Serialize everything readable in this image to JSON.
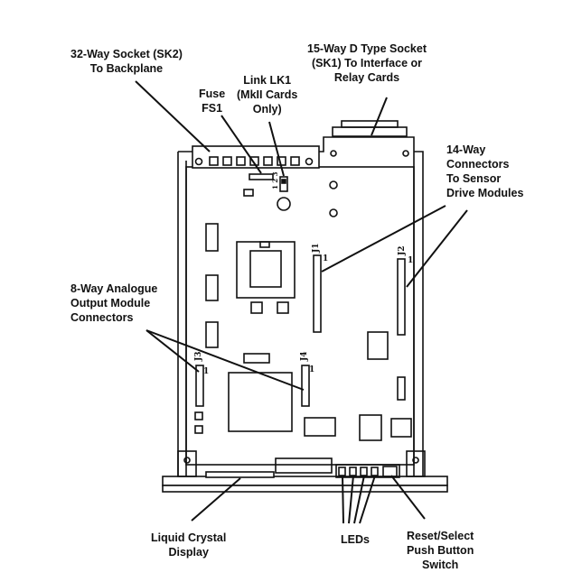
{
  "labels": {
    "sk2": [
      "32-Way Socket (SK2)",
      "To Backplane"
    ],
    "sk1": [
      "15-Way D Type Socket",
      "(SK1) To Interface or",
      "Relay Cards"
    ],
    "lk1": [
      "Link LK1",
      "(MkII Cards",
      "Only)"
    ],
    "fuse": [
      "Fuse",
      "FS1"
    ],
    "sensor": [
      "14-Way",
      "Connectors",
      "To Sensor",
      "Drive Modules"
    ],
    "analogue": [
      "8-Way Analogue",
      "Output Module",
      "Connectors"
    ],
    "lcd": [
      "Liquid Crystal",
      "Display"
    ],
    "leds": [
      "LEDs"
    ],
    "reset": [
      "Reset/Select",
      "Push Button",
      "Switch"
    ]
  },
  "board_marks": {
    "j1": "J1",
    "j2": "J2",
    "j3": "J3",
    "j4": "J4",
    "pin1": "1",
    "link_pins": "1 2 3"
  }
}
